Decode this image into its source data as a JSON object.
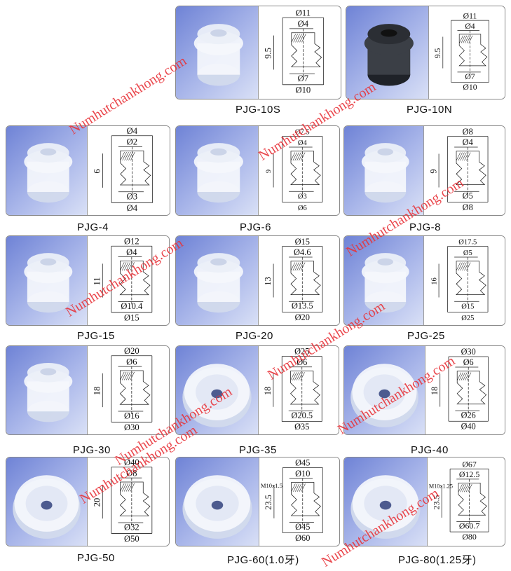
{
  "watermark": "Numhutchankhong.com",
  "products": [
    {
      "model": "PJG-10S",
      "dims": {
        "top": "Ø11",
        "top2": "Ø4",
        "height": "9.5",
        "bot2": "Ø7",
        "bot": "Ø10"
      }
    },
    {
      "model": "PJG-10N",
      "dims": {
        "top": "Ø11",
        "top2": "Ø4",
        "height": "9.5",
        "bot2": "Ø7",
        "bot": "Ø10"
      }
    },
    {
      "model": "PJG-4",
      "dims": {
        "top": "Ø4",
        "top2": "Ø2",
        "height": "6",
        "bot2": "Ø3",
        "bot": "Ø4"
      }
    },
    {
      "model": "PJG-6",
      "dims": {
        "top": "Ø7.5",
        "top2": "Ø4",
        "height": "9",
        "bot2": "Ø3",
        "bot": "Ø6"
      }
    },
    {
      "model": "PJG-8",
      "dims": {
        "top": "Ø8",
        "top2": "Ø4",
        "height": "9",
        "bot2": "Ø5",
        "bot": "Ø8"
      }
    },
    {
      "model": "PJG-15",
      "dims": {
        "top": "Ø12",
        "top2": "Ø4",
        "height": "11",
        "bot2": "Ø10.4",
        "bot": "Ø15"
      }
    },
    {
      "model": "PJG-20",
      "dims": {
        "top": "Ø15",
        "top2": "Ø4.6",
        "height": "13",
        "bot2": "Ø13.5",
        "bot": "Ø20"
      }
    },
    {
      "model": "PJG-25",
      "dims": {
        "top": "Ø17.5",
        "top2": "Ø5",
        "height": "16",
        "bot2": "Ø15",
        "bot": "Ø25"
      }
    },
    {
      "model": "PJG-30",
      "dims": {
        "top": "Ø20",
        "top2": "Ø6",
        "height": "18",
        "bot2": "Ø16",
        "bot": "Ø30"
      }
    },
    {
      "model": "PJG-35",
      "dims": {
        "top": "Ø25",
        "top2": "Ø6",
        "height": "18",
        "bot2": "Ø20.5",
        "bot": "Ø35"
      }
    },
    {
      "model": "PJG-40",
      "dims": {
        "top": "Ø30",
        "top2": "Ø6",
        "height": "18",
        "bot2": "Ø26",
        "bot": "Ø40"
      }
    },
    {
      "model": "PJG-50",
      "dims": {
        "top": "Ø40",
        "top2": "Ø8",
        "height": "20",
        "bot2": "Ø32",
        "bot": "Ø50"
      }
    },
    {
      "model": "PJG-60(1.0牙)",
      "dims": {
        "top": "Ø45",
        "top2": "Ø10",
        "height": "23.5",
        "bot2": "Ø45",
        "bot": "Ø60",
        "thread": "M10x1.5"
      }
    },
    {
      "model": "PJG-80(1.25牙)",
      "dims": {
        "top": "Ø67",
        "top2": "Ø12.5",
        "height": "23.5",
        "bot2": "Ø60.7",
        "bot": "Ø80",
        "thread": "M10x1.25"
      }
    }
  ]
}
